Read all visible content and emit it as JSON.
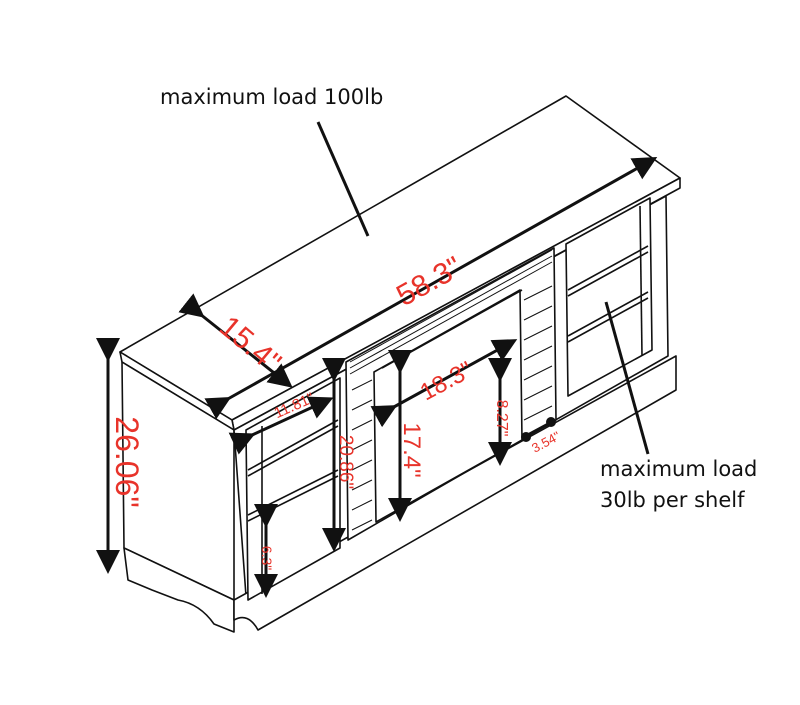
{
  "annotations": {
    "top_load": "maximum load 100lb",
    "shelf_load_line1": "maximum load",
    "shelf_load_line2": "30lb per shelf"
  },
  "dimensions": {
    "width": "58.3\"",
    "depth": "15.4\"",
    "height": "26.06\"",
    "side_shelf_depth": "11.81\"",
    "side_opening_height": "20.86\"",
    "fireplace_opening_height": "17.4\"",
    "fireplace_opening_width": "18.3\"",
    "insert_depth": "8.27\"",
    "leg_gap": "3.54\"",
    "bottom_clearance": "6.3\""
  },
  "colors": {
    "dimension_text": "#e8332a",
    "line": "#111111",
    "background": "#ffffff"
  }
}
